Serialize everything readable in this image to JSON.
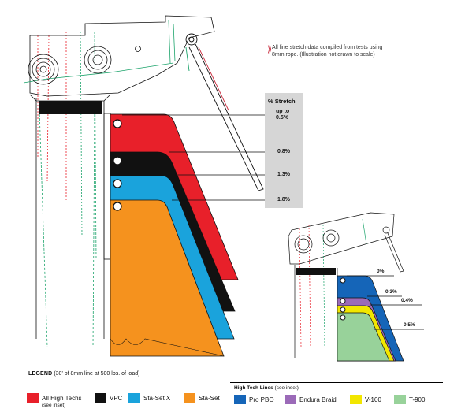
{
  "note": {
    "text": "All line stretch data compiled from tests using 8mm rope. (Illustration not drawn to scale)"
  },
  "stretch_panel": {
    "title": "% Stretch",
    "main_labels": [
      "up to 0.5%",
      "0.8%",
      "1.3%",
      "1.8%"
    ],
    "inset_labels": [
      "0%",
      "0.3%",
      "0.4%",
      "0.5%"
    ]
  },
  "legend": {
    "title_bold": "LEGEND",
    "title_rest": "(30' of 8mm line at 500 lbs. of load)",
    "items": [
      {
        "label": "All High Techs",
        "sub": "(see inset)",
        "color": "#e8202a"
      },
      {
        "label": "VPC",
        "color": "#111111"
      },
      {
        "label": "Sta-Set X",
        "color": "#1aa3dc"
      },
      {
        "label": "Sta-Set",
        "color": "#f5921e"
      }
    ],
    "high_tech": {
      "title_bold": "High Tech Lines",
      "title_rest": "(see inset)",
      "items": [
        {
          "label": "Pro PBO",
          "color": "#1565b8"
        },
        {
          "label": "Endura Braid",
          "color": "#9b6ab8"
        },
        {
          "label": "V-100",
          "color": "#f2e600"
        },
        {
          "label": "T-900",
          "color": "#98d29a"
        }
      ]
    }
  }
}
